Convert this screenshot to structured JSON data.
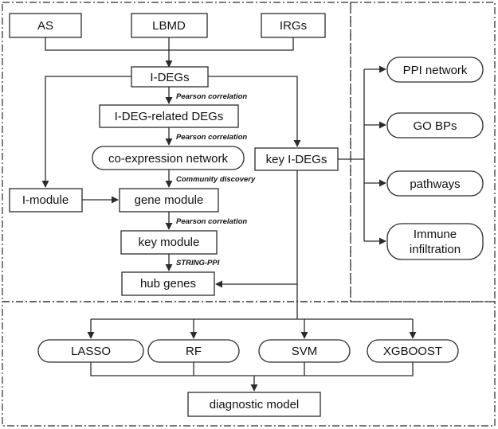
{
  "colors": {
    "stroke": "#2b2b2b",
    "text": "#111111",
    "background": "#ffffff"
  },
  "nodes": {
    "as": "AS",
    "lbmd": "LBMD",
    "irgs": "IRGs",
    "ideg": "I-DEGs",
    "ideg_related": "I-DEG-related DEGs",
    "coexp": "co-expression network",
    "gene_module": "gene module",
    "imodule": "I-module",
    "key_module": "key module",
    "hub": "hub genes",
    "key_ideg": "key I-DEGs",
    "ppi": "PPI network",
    "gobps": "GO BPs",
    "pathways": "pathways",
    "immune_line1": "Immune",
    "immune_line2": "infiltration",
    "lasso": "LASSO",
    "rf": "RF",
    "svm": "SVM",
    "xgboost": "XGBOOST",
    "diag": "diagnostic model"
  },
  "edge_labels": {
    "pearson1": "Pearson correlation",
    "pearson2": "Pearson correlation",
    "community": "Community discovery",
    "pearson3": "Pearson correlation",
    "string_ppi": "STRING-PPI"
  }
}
